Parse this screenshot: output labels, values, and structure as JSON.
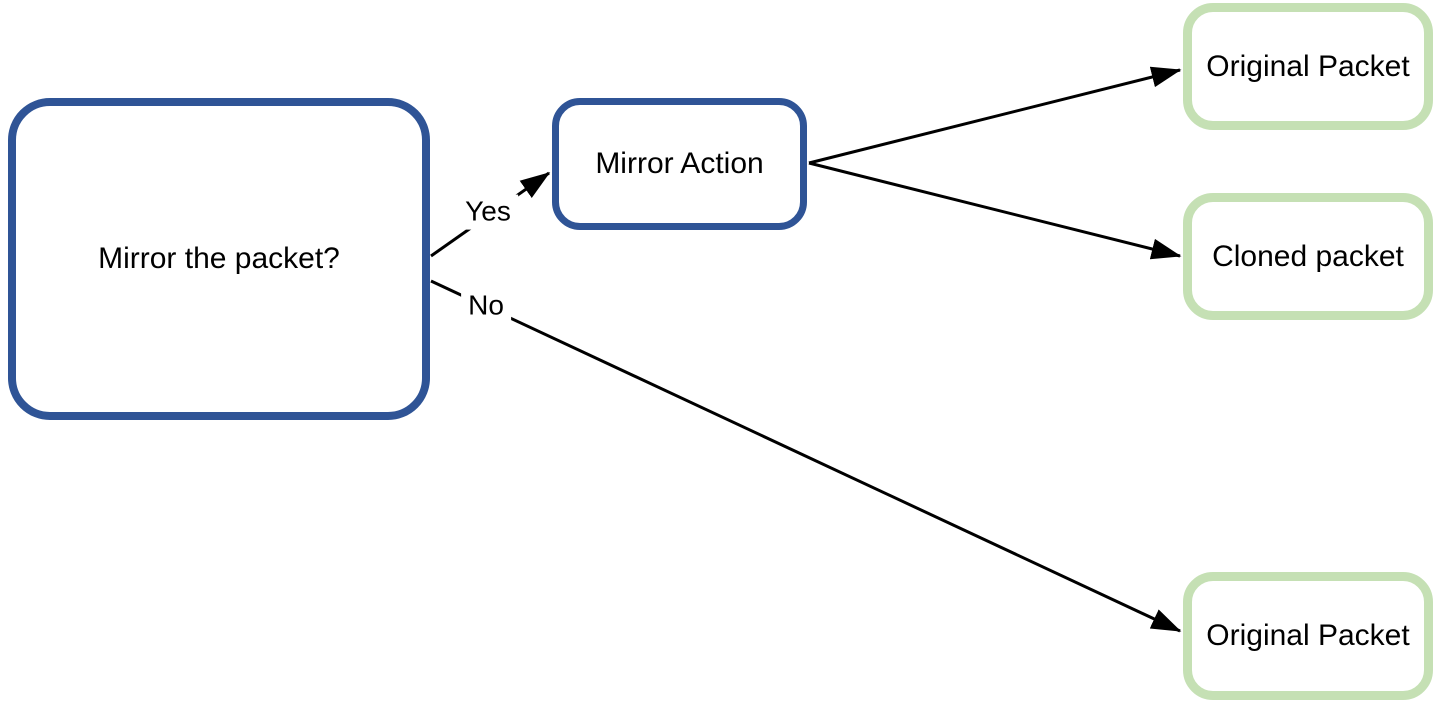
{
  "diagram": {
    "type": "flowchart",
    "nodes": {
      "decision": {
        "label": "Mirror the packet?",
        "shape": "rounded-rect",
        "border_color": "#2F5496"
      },
      "action": {
        "label": "Mirror Action",
        "shape": "rounded-rect",
        "border_color": "#2F5496"
      },
      "result_top": {
        "label": "Original Packet",
        "shape": "rounded-rect",
        "border_color": "#C5E0B4"
      },
      "result_middle": {
        "label": "Cloned packet",
        "shape": "rounded-rect",
        "border_color": "#C5E0B4"
      },
      "result_bottom": {
        "label": "Original Packet",
        "shape": "rounded-rect",
        "border_color": "#C5E0B4"
      }
    },
    "edges": {
      "yes": {
        "label": "Yes",
        "from": "decision",
        "to": "action"
      },
      "no": {
        "label": "No",
        "from": "decision",
        "to": "result_bottom"
      },
      "action_to_original": {
        "label": "",
        "from": "action",
        "to": "result_top"
      },
      "action_to_cloned": {
        "label": "",
        "from": "action",
        "to": "result_middle"
      }
    },
    "colors": {
      "process_border": "#2F5496",
      "result_border": "#C5E0B4",
      "arrow": "#000000",
      "text": "#000000",
      "background": "#FFFFFF"
    }
  }
}
